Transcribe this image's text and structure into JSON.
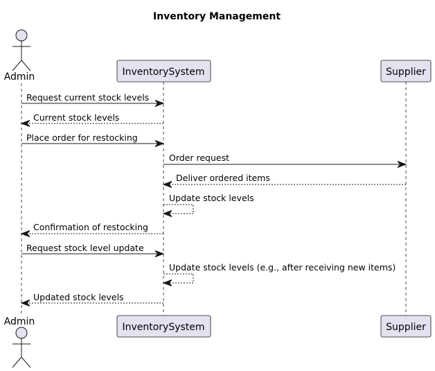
{
  "title": "Inventory Management",
  "colors": {
    "participant_fill": "#E2E2F0",
    "line": "#181818"
  },
  "participants": [
    {
      "id": "admin",
      "label": "Admin",
      "kind": "actor"
    },
    {
      "id": "inv",
      "label": "InventorySystem",
      "kind": "participant"
    },
    {
      "id": "sup",
      "label": "Supplier",
      "kind": "participant"
    }
  ],
  "messages": [
    {
      "from": "admin",
      "to": "inv",
      "label": "Request current stock levels",
      "style": "solid"
    },
    {
      "from": "inv",
      "to": "admin",
      "label": "Current stock levels",
      "style": "dashed"
    },
    {
      "from": "admin",
      "to": "inv",
      "label": "Place order for restocking",
      "style": "solid"
    },
    {
      "from": "inv",
      "to": "sup",
      "label": "Order request",
      "style": "solid"
    },
    {
      "from": "sup",
      "to": "inv",
      "label": "Deliver ordered items",
      "style": "dashed"
    },
    {
      "from": "inv",
      "to": "inv",
      "label": "Update stock levels",
      "style": "dashed"
    },
    {
      "from": "inv",
      "to": "admin",
      "label": "Confirmation of restocking",
      "style": "dashed"
    },
    {
      "from": "admin",
      "to": "inv",
      "label": "Request stock level update",
      "style": "solid"
    },
    {
      "from": "inv",
      "to": "inv",
      "label": "Update stock levels (e.g., after receiving new items)",
      "style": "dashed"
    },
    {
      "from": "inv",
      "to": "admin",
      "label": "Updated stock levels",
      "style": "dashed"
    }
  ]
}
